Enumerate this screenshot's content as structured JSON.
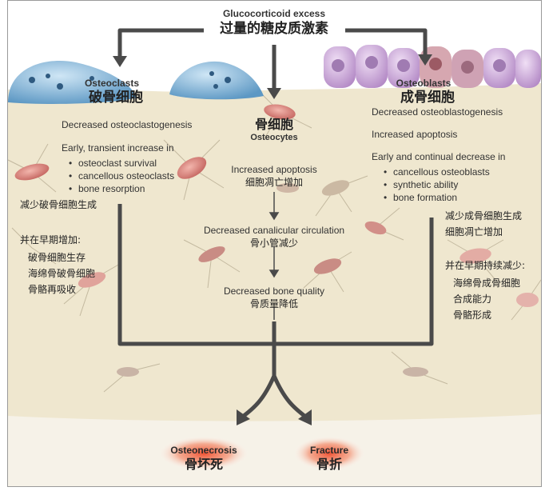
{
  "top": {
    "title_en": "Glucocorticoid excess",
    "title_zh": "过量的糖皮质激素"
  },
  "osteoclasts": {
    "title_en": "Osteoclasts",
    "title_zh": "破骨细胞",
    "decreased": "Decreased osteoclastogenesis",
    "early": "Early, transient increase in",
    "bullets": [
      "osteoclast survival",
      "cancellous osteoclasts",
      "bone resorption"
    ],
    "zh_decrease": "减少破骨细胞生成",
    "zh_early": "并在早期增加:",
    "zh_items": [
      "破骨细胞生存",
      "海绵骨破骨细胞",
      "骨骼再吸收"
    ]
  },
  "osteocytes": {
    "title_zh": "骨细胞",
    "title_en": "Osteocytes",
    "step1_en": "Increased apoptosis",
    "step1_zh": "细胞凋亡增加",
    "step2_en": "Decreased canalicular circulation",
    "step2_zh": "骨小管减少",
    "step3_en": "Decreased bone quality",
    "step3_zh": "骨质量降低"
  },
  "osteoblasts": {
    "title_en": "Osteoblasts",
    "title_zh": "成骨细胞",
    "decreased": "Decreased osteoblastogenesis",
    "apoptosis": "Increased apoptosis",
    "early": "Early and continual decrease in",
    "bullets": [
      "cancellous osteoblasts",
      "synthetic ability",
      "bone formation"
    ],
    "zh_decrease": "减少成骨细胞生成",
    "zh_apoptosis": "细胞凋亡增加",
    "zh_early": "并在早期持续减少:",
    "zh_items": [
      "海绵骨成骨细胞",
      "合成能力",
      "骨骼形成"
    ]
  },
  "outcomes": {
    "osteonecrosis_en": "Osteonecrosis",
    "osteonecrosis_zh": "骨坏死",
    "fracture_en": "Fracture",
    "fracture_zh": "骨折"
  },
  "colors": {
    "arrow": "#4a4a4a",
    "outcome_glow": "#e8432a",
    "bone": "#efe7cf",
    "osteoclast": "#7fb6d8",
    "osteoblast": "#c9a8d6",
    "osteocyte": "#d98f8a"
  }
}
